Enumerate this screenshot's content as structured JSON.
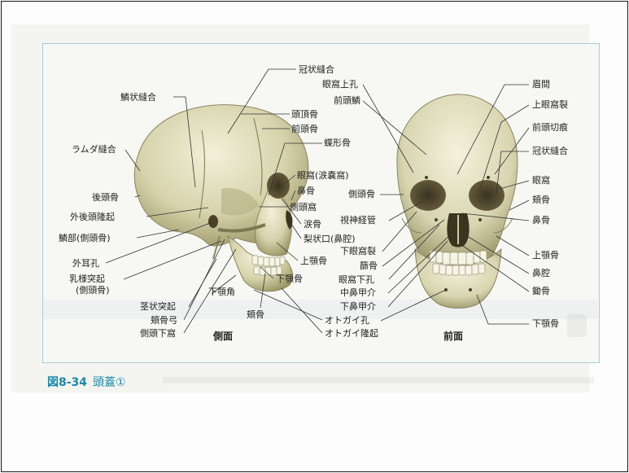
{
  "figure": {
    "number": "図8-34",
    "title": "頭蓋①"
  },
  "views": {
    "lateral_title": "側面",
    "anterior_title": "前面"
  },
  "lateral_labels": [
    "冠状縫合",
    "鱗状縫合",
    "頭頂骨",
    "前頭骨",
    "ラムダ縫合",
    "蝶形骨",
    "眼窩(涙嚢窩)",
    "鼻骨",
    "後頭骨",
    "側頭窩",
    "外後頭隆起",
    "涙骨",
    "梨状口(鼻腔)",
    "鱗部(側頭骨)",
    "外耳孔",
    "上顎骨",
    "乳様突起",
    "(側頭骨)",
    "下顎骨",
    "下顎角",
    "茎状突起",
    "頬骨",
    "頬骨弓",
    "側頭下窩",
    "オトガイ孔",
    "オトガイ隆起"
  ],
  "anterior_labels": [
    "眼窩上孔",
    "前頭鱗",
    "側頭骨",
    "視神経管",
    "下眼窩裂",
    "篩骨",
    "眼窩下孔",
    "中鼻甲介",
    "下鼻甲介",
    "眉間",
    "上眼窩裂",
    "前頭切痕",
    "冠状縫合",
    "眼窩",
    "頬骨",
    "鼻骨",
    "上顎骨",
    "鼻腔",
    "鋤骨",
    "下顎骨"
  ],
  "colors": {
    "caption": "#1a8aa8",
    "frame_border": "#a9ccd6",
    "bone": "#d8d6b4",
    "bone_shadow": "#8f8c62"
  }
}
